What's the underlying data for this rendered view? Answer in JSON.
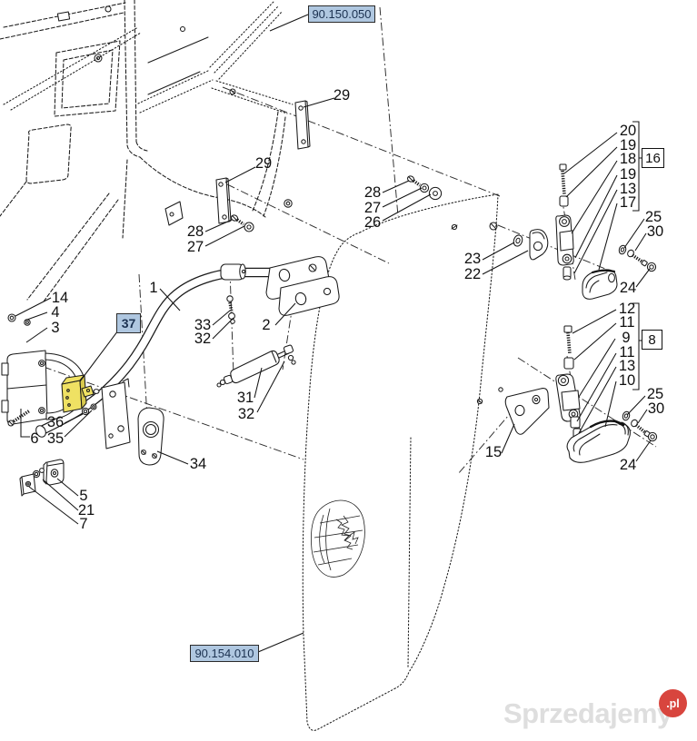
{
  "page": {
    "background": "#ffffff"
  },
  "colors": {
    "label_bg": "#afc7e0",
    "label_border": "#2b2b2b",
    "label_text": "#1b3150",
    "part_highlight": "#efe163",
    "part_highlight_shadow": "#d8c94e",
    "watermark_gray": "#dedede",
    "watermark_red": "#d8453e",
    "line_color": "#1a1a1a"
  },
  "reference_labels": {
    "top": "90.150.050",
    "bottom": "90.154.010"
  },
  "highlight_label": "37",
  "group_labels": {
    "upper": "16",
    "lower": "8"
  },
  "callouts": [
    "29",
    "29",
    "28",
    "27",
    "28",
    "27",
    "26",
    "20",
    "19",
    "18",
    "19",
    "13",
    "17",
    "25",
    "30",
    "24",
    "23",
    "22",
    "12",
    "11",
    "9",
    "11",
    "13",
    "10",
    "25",
    "30",
    "24",
    "15",
    "1",
    "33",
    "32",
    "2",
    "31",
    "32",
    "14",
    "4",
    "3",
    "36",
    "35",
    "6",
    "5",
    "21",
    "7",
    "34"
  ],
  "watermark": {
    "text": "Sprzedajemy",
    "badge": ".pl"
  }
}
